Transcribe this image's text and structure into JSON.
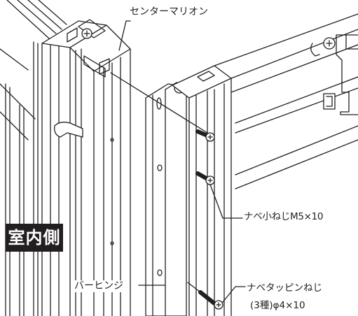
{
  "labels": {
    "center_mullion": "センターマリオン",
    "pan_screw": "ナベ小ねじM5×10",
    "tapping_screw": "ナベタッピンねじ",
    "tapping_screw_spec": "(3種)φ4×10",
    "bar_hinge": "バーヒンジ",
    "indoor_side": "室内側"
  },
  "colors": {
    "line": "#231f20",
    "fill": "#ffffff",
    "badge_bg": "#231f20",
    "badge_text": "#ffffff"
  }
}
